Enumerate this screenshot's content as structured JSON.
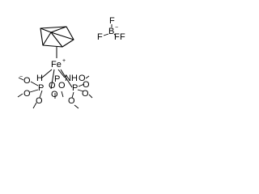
{
  "molecule": {
    "metal": "Fe",
    "metal_charge": "+",
    "hydride": "H",
    "phosphorus_left": "P",
    "phosphorus_right": "P",
    "nh_group": "NH",
    "oxygen": "O",
    "minus": "−"
  },
  "counterion": {
    "central_atom": "B",
    "central_charge": "−",
    "fluorine": "F"
  }
}
